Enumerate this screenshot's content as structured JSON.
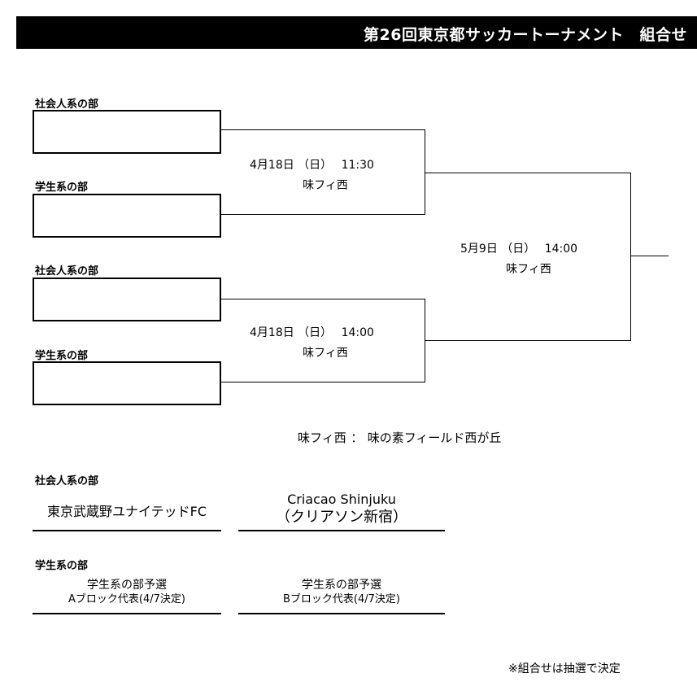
{
  "title": "第26回東京都サッカートーナメント　組合せ",
  "bracket": {
    "slots": [
      {
        "label": "社会人系の部"
      },
      {
        "label": "学生系の部"
      },
      {
        "label": "社会人系の部"
      },
      {
        "label": "学生系の部"
      }
    ],
    "match1": {
      "datetime": "4月18日 （日）　 11:30",
      "venue": "味フィ西"
    },
    "match2": {
      "datetime": "4月18日 （日）　 14:00",
      "venue": "味フィ西"
    },
    "final": {
      "datetime": "5月9日 （日）　 14:00",
      "venue": "味フィ西"
    }
  },
  "venue_note": {
    "abbr": "味フィ西",
    "sep": "：",
    "full": "味の素フィールド西が丘"
  },
  "sections": {
    "shakaijin": {
      "label": "社会人系の部",
      "team1": "東京武蔵野ユナイテッドFC",
      "team2_line1": "Criacao Shinjuku",
      "team2_line2": "（クリアソン新宿）"
    },
    "gakusei": {
      "label": "学生系の部",
      "team1_line1": "学生系の部予選",
      "team1_line2": "Aブロック代表(4/7決定)",
      "team2_line1": "学生系の部予選",
      "team2_line2": "Bブロック代表(4/7決定)"
    }
  },
  "footnote": "※組合せは抽選で決定"
}
